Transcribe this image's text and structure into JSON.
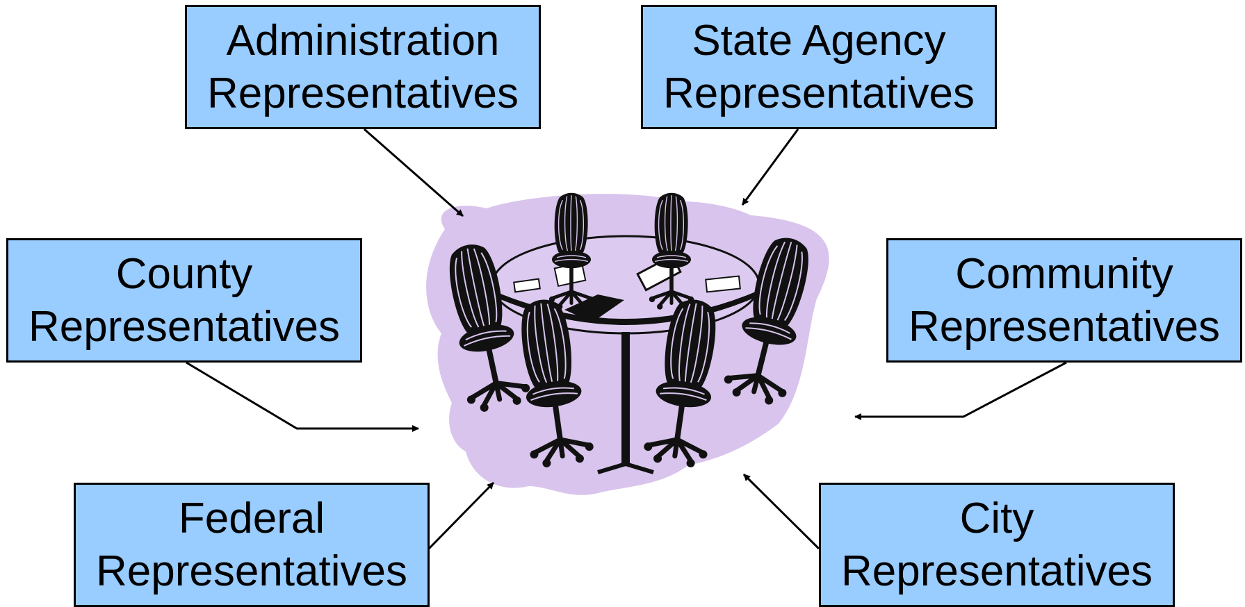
{
  "diagram": {
    "boxes": [
      {
        "line1": "Administration",
        "line2": "Representatives"
      },
      {
        "line1": "State Agency",
        "line2": "Representatives"
      },
      {
        "line1": "County",
        "line2": "Representatives"
      },
      {
        "line1": "Community",
        "line2": "Representatives"
      },
      {
        "line1": "Federal",
        "line2": "Representatives"
      },
      {
        "line1": "City",
        "line2": "Representatives"
      }
    ],
    "colors": {
      "box_fill": "#99ccff",
      "outline": "#000000",
      "halo": "#d8c4ec",
      "table_top": "#dccaf0"
    },
    "center_image": "conference-table-with-chairs"
  }
}
